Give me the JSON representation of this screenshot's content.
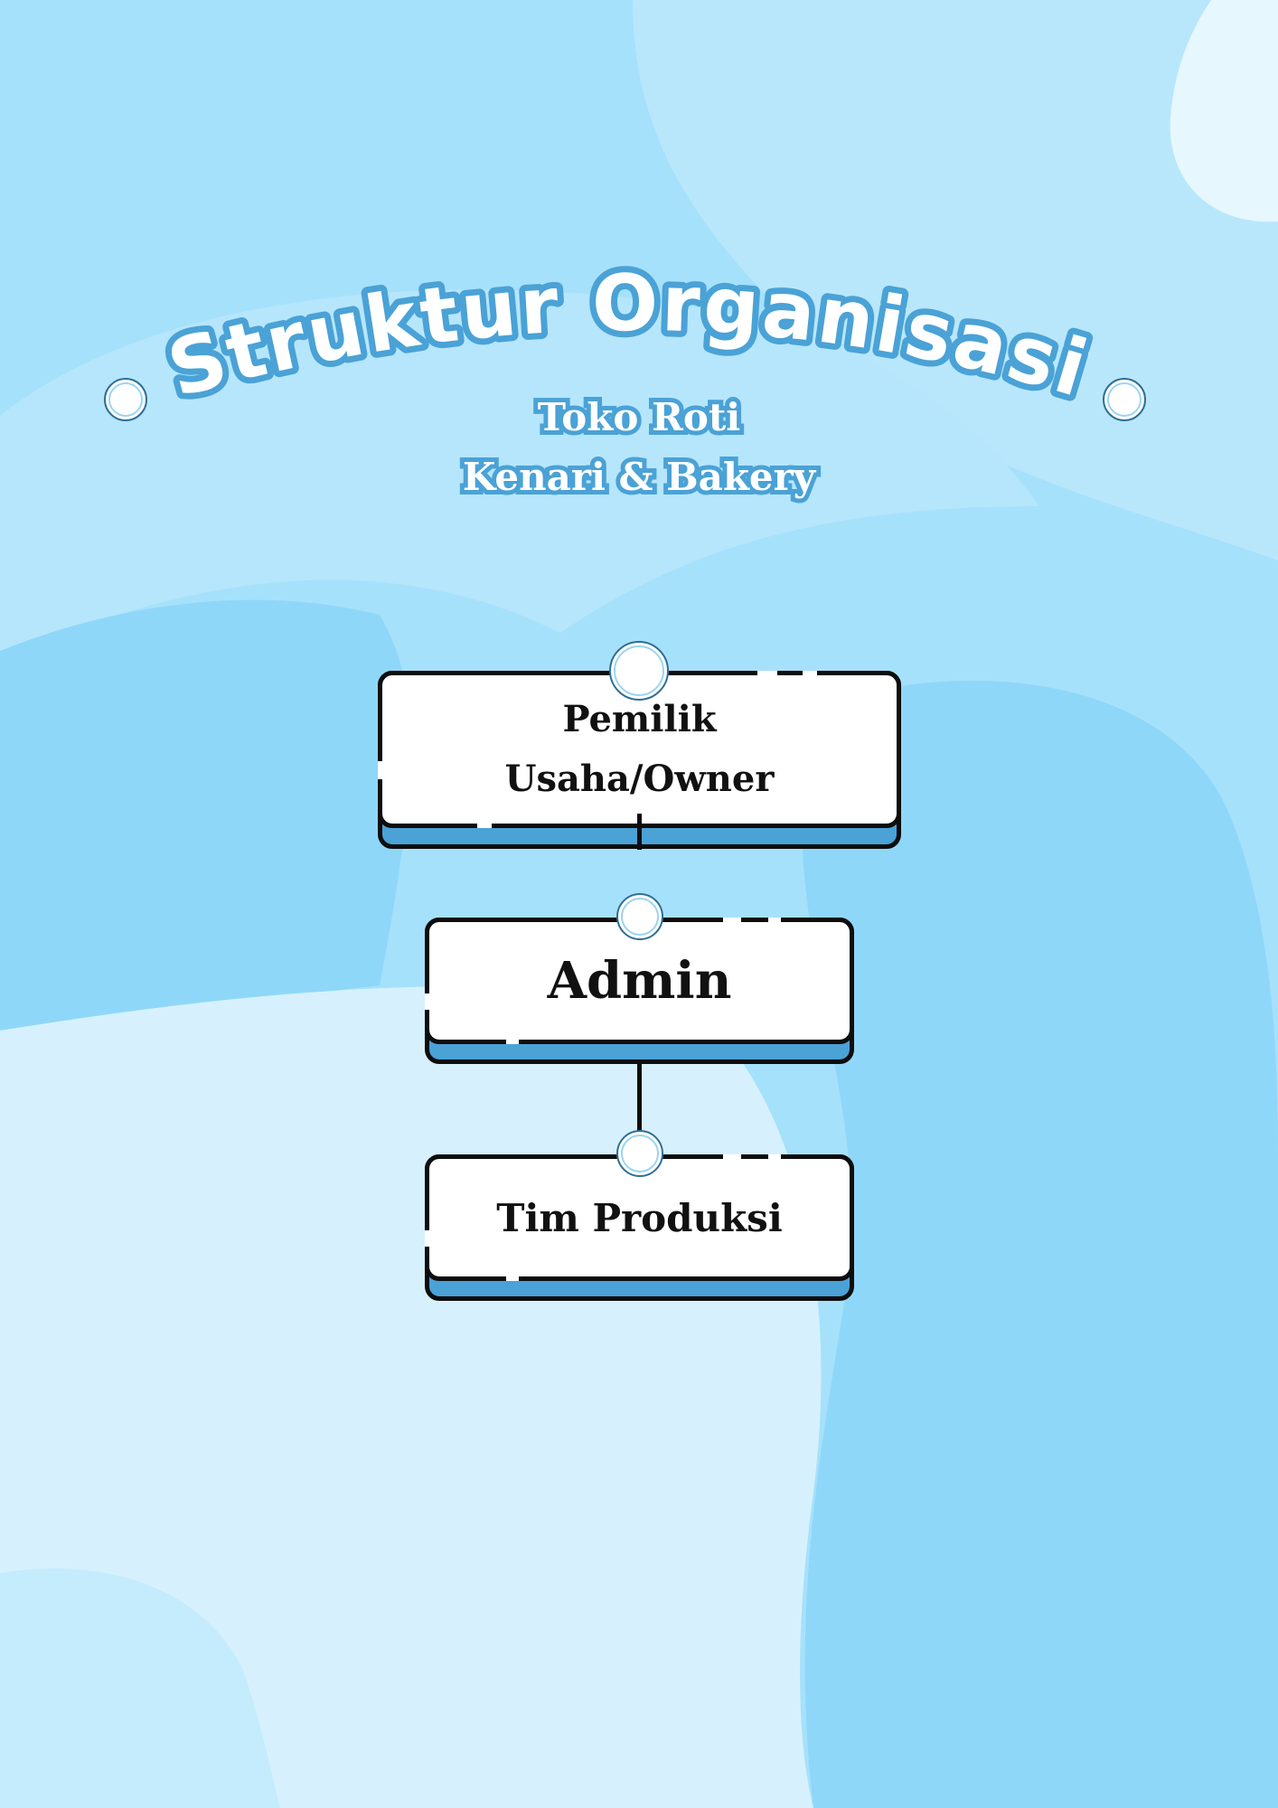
{
  "title": "Struktur Organisasi",
  "subtitle_line1": "Toko Roti",
  "subtitle_line2": "Kenari & Bakery",
  "nodes": [
    {
      "line1": "Pemilik",
      "line2": "Usaha/Owner"
    },
    {
      "label": "Admin"
    },
    {
      "label": "Tim Produksi"
    }
  ],
  "colors": {
    "background": "#a6e1fb",
    "blob_light": "#d6f1fd",
    "blob_mid": "#8fd7f9",
    "accent_blue": "#4aa2d6",
    "outline": "#0d0d0d",
    "node_fill": "#ffffff"
  }
}
